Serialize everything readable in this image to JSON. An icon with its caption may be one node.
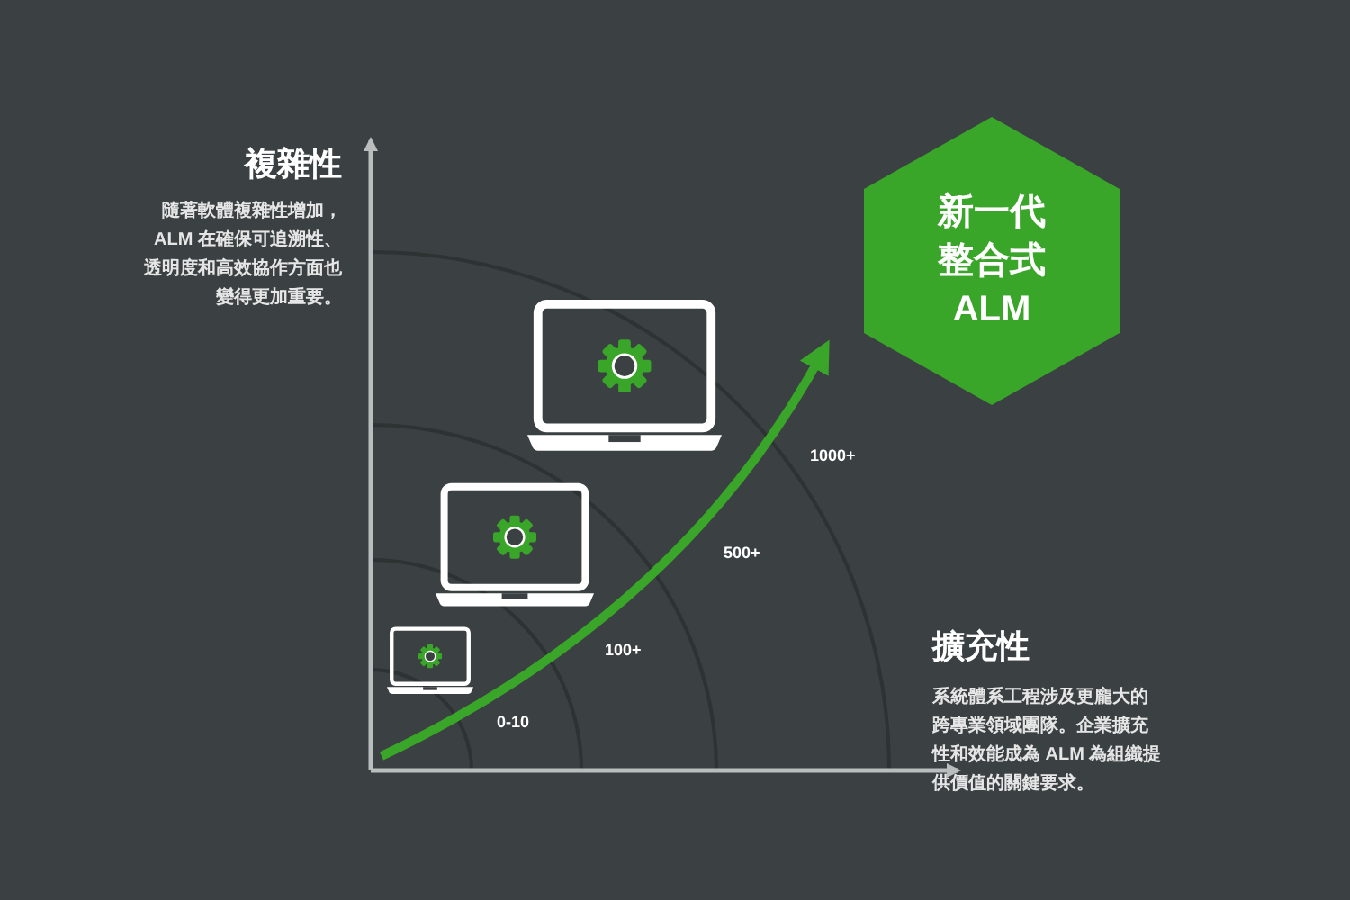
{
  "diagram": {
    "nodes": [
      {
        "text": [
          "新一代整合式 ALM"
        ]
      }
    ],
    "labels": [
      "複雜性",
      "隨著軟體複雜性增加，ALM 在確保可追溯性、透明度和高效協作方面也變得更加重要。",
      "1000+",
      "500+",
      "擴充性",
      "100+",
      "0-10",
      "系統體系工程涉及更龐大的跨專業領域團隊。企業擴充性和效能成為 ALM 為組織提供價值的關鍵要求。"
    ]
  }
}
